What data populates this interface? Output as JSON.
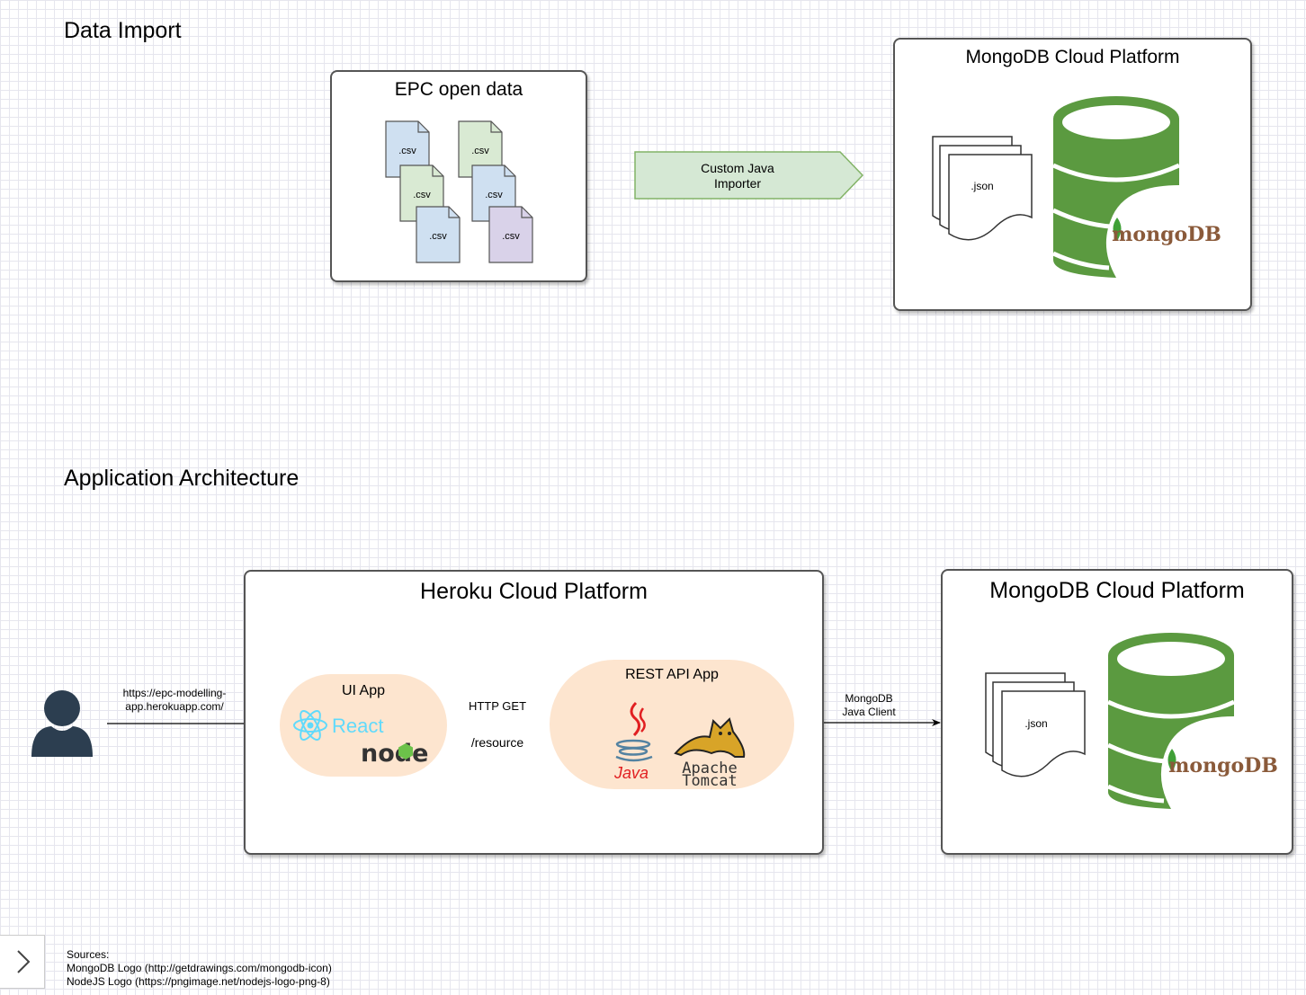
{
  "sections": {
    "data_import": "Data Import",
    "app_architecture": "Application Architecture"
  },
  "epc_box": {
    "title": "EPC open data",
    "files": [
      ".csv",
      ".csv",
      ".csv",
      ".csv",
      ".csv",
      ".csv"
    ],
    "file_colors": [
      "#cfe0f1",
      "#d9ead3",
      "#d9ead3",
      "#cfe0f1",
      "#cfe0f1",
      "#d9d2e9"
    ]
  },
  "importer": {
    "line1": "Custom Java",
    "line2": "Importer"
  },
  "mongo_top": {
    "title": "MongoDB Cloud Platform",
    "doc_label": ".json",
    "logo_text": "mongoDB"
  },
  "heroku": {
    "title": "Heroku Cloud Platform"
  },
  "ui_app": {
    "title": "UI App",
    "react_label": "React",
    "node_label": "node"
  },
  "rest_app": {
    "title": "REST API App",
    "java_label": "Java",
    "tomcat_line1": "Apache",
    "tomcat_line2": "Tomcat"
  },
  "user_link": {
    "line1": "https://epc-modelling-",
    "line2": "app.herokuapp.com/"
  },
  "http": {
    "method": "HTTP GET",
    "resource": "/resource"
  },
  "mongo_client": {
    "line1": "MongoDB",
    "line2": "Java Client"
  },
  "mongo_bottom": {
    "title": "MongoDB Cloud Platform",
    "doc_label": ".json",
    "logo_text": "mongoDB"
  },
  "sources": {
    "heading": "Sources:",
    "line1": "MongoDB Logo (http://getdrawings.com/mongodb-icon)",
    "line2": "NodeJS Logo (https://pngimage.net/nodejs-logo-png-8)"
  },
  "colors": {
    "db_green": "#5b9a40",
    "leaf_green": "#3fa037",
    "arrow_fill": "#d5e8d4",
    "arrow_stroke": "#82b366",
    "pill_fill": "#fde5cf",
    "react_blue": "#61dafb",
    "user_icon": "#2c3e50",
    "java_red": "#e11f21",
    "java_blue": "#5382a1"
  }
}
